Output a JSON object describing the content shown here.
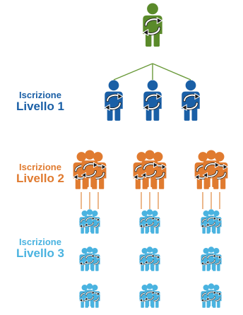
{
  "colors": {
    "root": "#5a8a2a",
    "level1": "#1a5fa6",
    "level2": "#e07b30",
    "level3": "#4ab3e0",
    "connector_green": "#6a9a3a",
    "connector_orange": "#e39a5a"
  },
  "icons": {
    "person": "person-with-cycle-arrows-icon",
    "cycle": "circular-arrows-icon"
  },
  "labels": {
    "level1": {
      "line1": "Iscrizione",
      "line2": "Livello 1"
    },
    "level2": {
      "line1": "Iscrizione",
      "line2": "Livello 2"
    },
    "level3": {
      "line1": "Iscrizione",
      "line2": "Livello 3"
    }
  }
}
